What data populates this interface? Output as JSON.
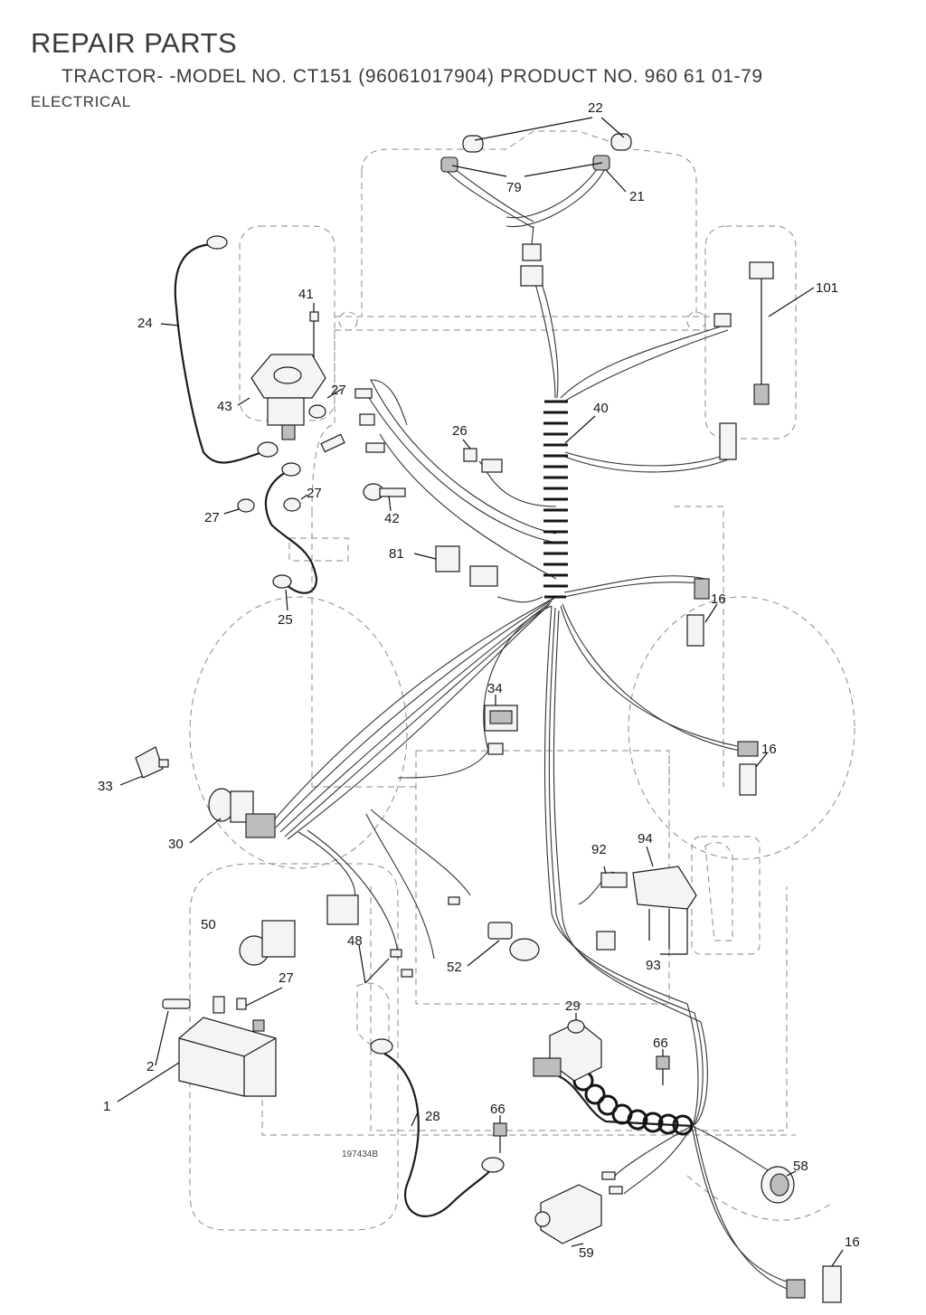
{
  "header": {
    "title": "REPAIR PARTS",
    "subtitle": "TRACTOR- -MODEL NO. CT151 (96061017904) PRODUCT NO. 960 61 01-79",
    "section": "ELECTRICAL"
  },
  "figure_number": "197434B",
  "callouts": {
    "c1": "1",
    "c2": "2",
    "c16a": "16",
    "c16b": "16",
    "c16c": "16",
    "c21": "21",
    "c22": "22",
    "c24": "24",
    "c25": "25",
    "c26": "26",
    "c27a": "27",
    "c27b": "27",
    "c27c": "27",
    "c27d": "27",
    "c28": "28",
    "c29": "29",
    "c30": "30",
    "c33": "33",
    "c34": "34",
    "c40": "40",
    "c41": "41",
    "c42": "42",
    "c43": "43",
    "c48": "48",
    "c50": "50",
    "c52": "52",
    "c58": "58",
    "c59": "59",
    "c66a": "66",
    "c66b": "66",
    "c79": "79",
    "c81": "81",
    "c92": "92",
    "c93": "93",
    "c94": "94",
    "c101": "101"
  }
}
